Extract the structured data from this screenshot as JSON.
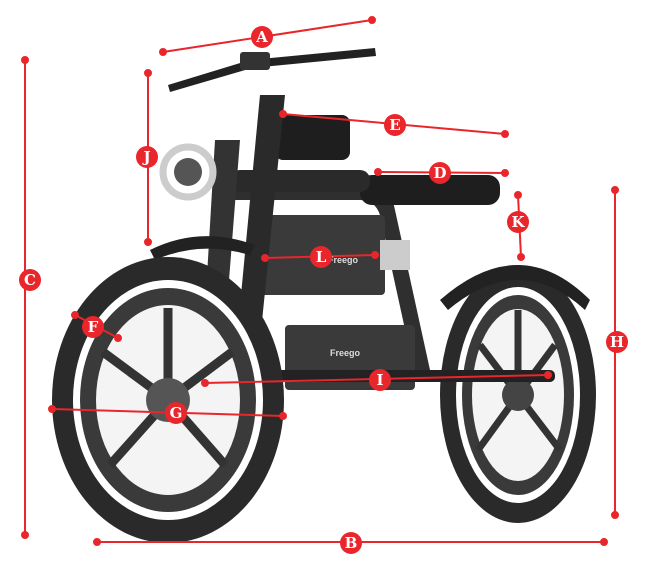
{
  "title": "E-bike dimensions diagram",
  "brand": "Freego",
  "accent_color": "#e8262b",
  "dimension_labels": [
    "A",
    "B",
    "C",
    "D",
    "E",
    "F",
    "G",
    "H",
    "I",
    "J",
    "K",
    "L"
  ]
}
